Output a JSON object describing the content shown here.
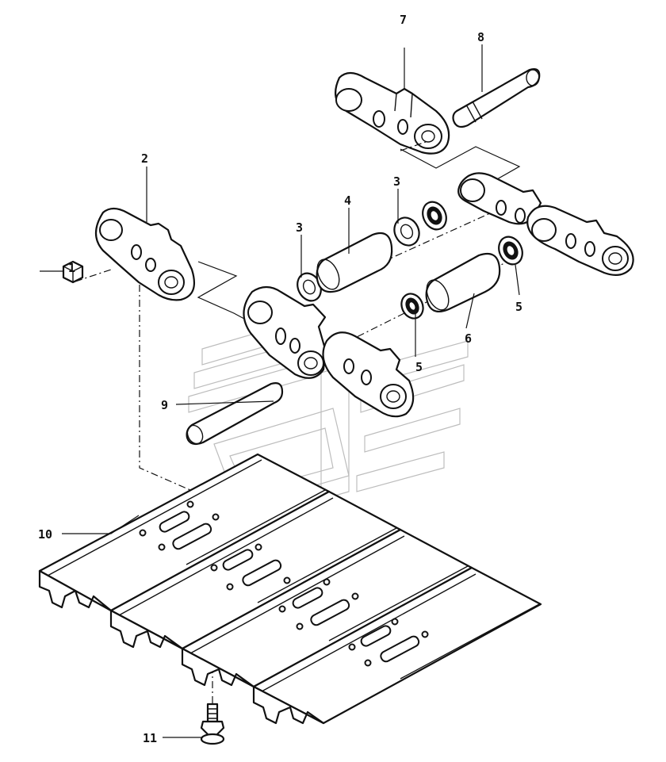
{
  "callouts": {
    "c1": "1",
    "c2": "2",
    "c3a": "3",
    "c3b": "3",
    "c4": "4",
    "c5a": "5",
    "c5b": "5",
    "c6": "6",
    "c7": "7",
    "c8": "8",
    "c9": "9",
    "c10": "10",
    "c11": "11"
  }
}
